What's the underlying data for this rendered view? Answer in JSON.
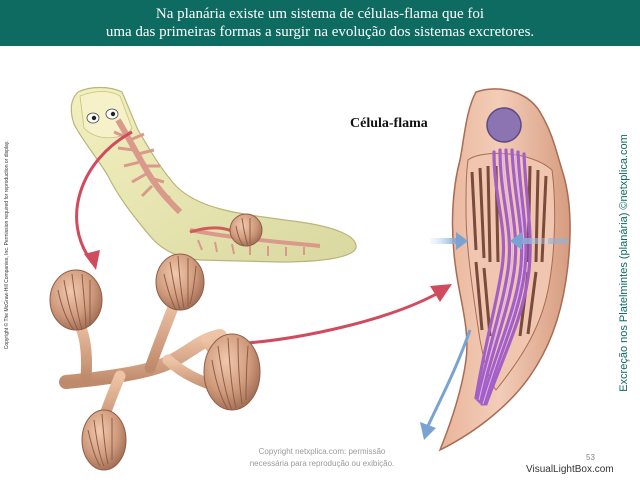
{
  "slide": {
    "title_line1": "Na planária existe um sistema de células-flama que foi",
    "title_line2": "uma das primeiras formas a surgir na evolução dos sistemas excretores.",
    "cell_label": "Célula-flama",
    "side_caption": "Excreção nos Platelmintes (planária) ©netxplica.com",
    "copyright_vertical": "Copyright © The McGraw-Hill Companies, Inc. Permission required for reproduction or display.",
    "watermark_line1": "Copyright netxplica.com: permissão",
    "watermark_line2": "necessária para reprodução ou exibição.",
    "page_number": "53",
    "site_mark": "VisualLightBox.com"
  },
  "colors": {
    "header_bg": "#0e6b61",
    "side_caption": "#0e6b61",
    "arrows": "#d24a5e",
    "cilia": "#a45fc6",
    "nucleus": "#8c74b3",
    "tissue": "#cf9a7c",
    "flow_arrows": "#8fb3d9"
  }
}
